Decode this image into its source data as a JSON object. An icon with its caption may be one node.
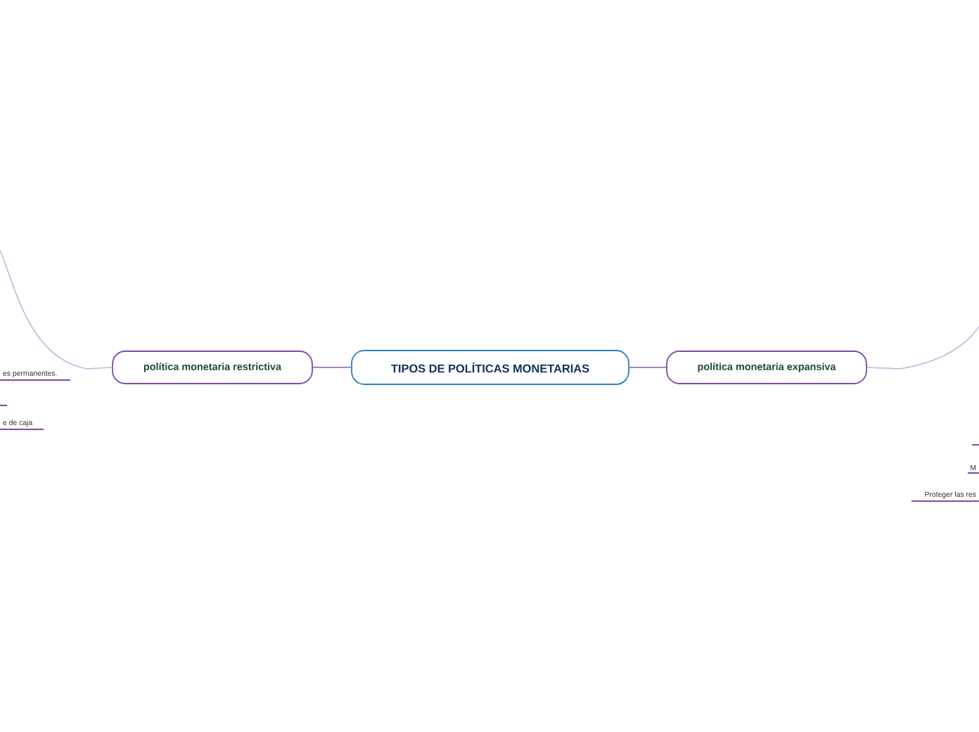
{
  "diagram": {
    "nodes": [
      {
        "text": [
          "TIPOS DE POLÍTICAS MONETARIAS"
        ]
      },
      {
        "text": [
          "política monetaria restrictiva"
        ]
      },
      {
        "text": [
          "política monetaria expansiva"
        ]
      }
    ],
    "edges": [
      {
        "from": 0,
        "to": 1,
        "arrow": "none"
      },
      {
        "from": 0,
        "to": 2,
        "arrow": "none"
      },
      {
        "from": 1,
        "to": null,
        "arrow": "none",
        "color": "#c9b2e0"
      },
      {
        "from": 2,
        "to": null,
        "arrow": "none",
        "color": "#c9b2e0"
      }
    ],
    "labels": [
      "es permanentes.",
      "e de caja",
      "M",
      "Proteger las res"
    ]
  }
}
